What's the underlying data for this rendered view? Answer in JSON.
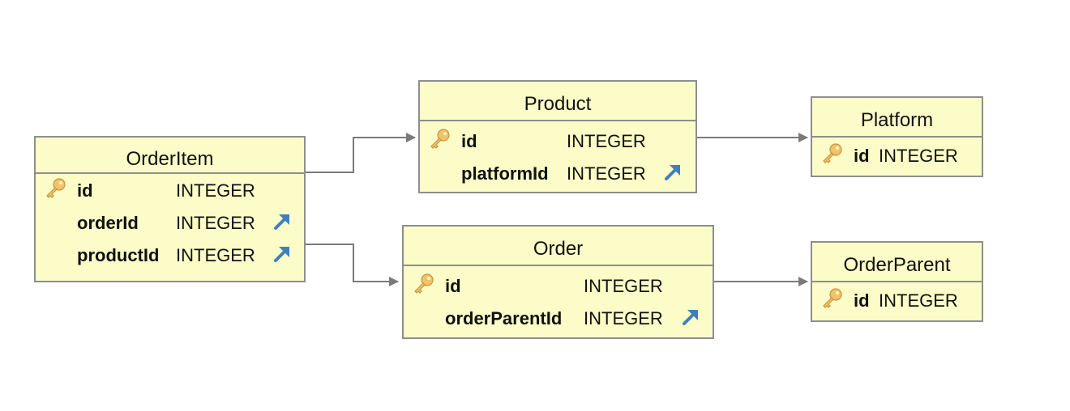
{
  "colors": {
    "entity_fill": "#fcfcc8",
    "entity_border": "#8e8e8e",
    "connector": "#7a7a7a",
    "fk_arrow": "#3f7fbf",
    "key": "#e6b45c"
  },
  "entities": {
    "orderitem": {
      "title": "OrderItem",
      "columns": [
        {
          "name": "id",
          "type": "INTEGER",
          "primary_key": true,
          "foreign_key": false
        },
        {
          "name": "orderId",
          "type": "INTEGER",
          "primary_key": false,
          "foreign_key": true
        },
        {
          "name": "productId",
          "type": "INTEGER",
          "primary_key": false,
          "foreign_key": true
        }
      ]
    },
    "product": {
      "title": "Product",
      "columns": [
        {
          "name": "id",
          "type": "INTEGER",
          "primary_key": true,
          "foreign_key": false
        },
        {
          "name": "platformId",
          "type": "INTEGER",
          "primary_key": false,
          "foreign_key": true
        }
      ]
    },
    "platform": {
      "title": "Platform",
      "columns": [
        {
          "name": "id",
          "type": "INTEGER",
          "primary_key": true,
          "foreign_key": false
        }
      ]
    },
    "order": {
      "title": "Order",
      "columns": [
        {
          "name": "id",
          "type": "INTEGER",
          "primary_key": true,
          "foreign_key": false
        },
        {
          "name": "orderParentId",
          "type": "INTEGER",
          "primary_key": false,
          "foreign_key": true
        }
      ]
    },
    "orderparent": {
      "title": "OrderParent",
      "columns": [
        {
          "name": "id",
          "type": "INTEGER",
          "primary_key": true,
          "foreign_key": false
        }
      ]
    }
  },
  "relationships": [
    {
      "from": "OrderItem",
      "to": "Product"
    },
    {
      "from": "OrderItem",
      "to": "Order"
    },
    {
      "from": "Product",
      "to": "Platform"
    },
    {
      "from": "Order",
      "to": "OrderParent"
    }
  ]
}
